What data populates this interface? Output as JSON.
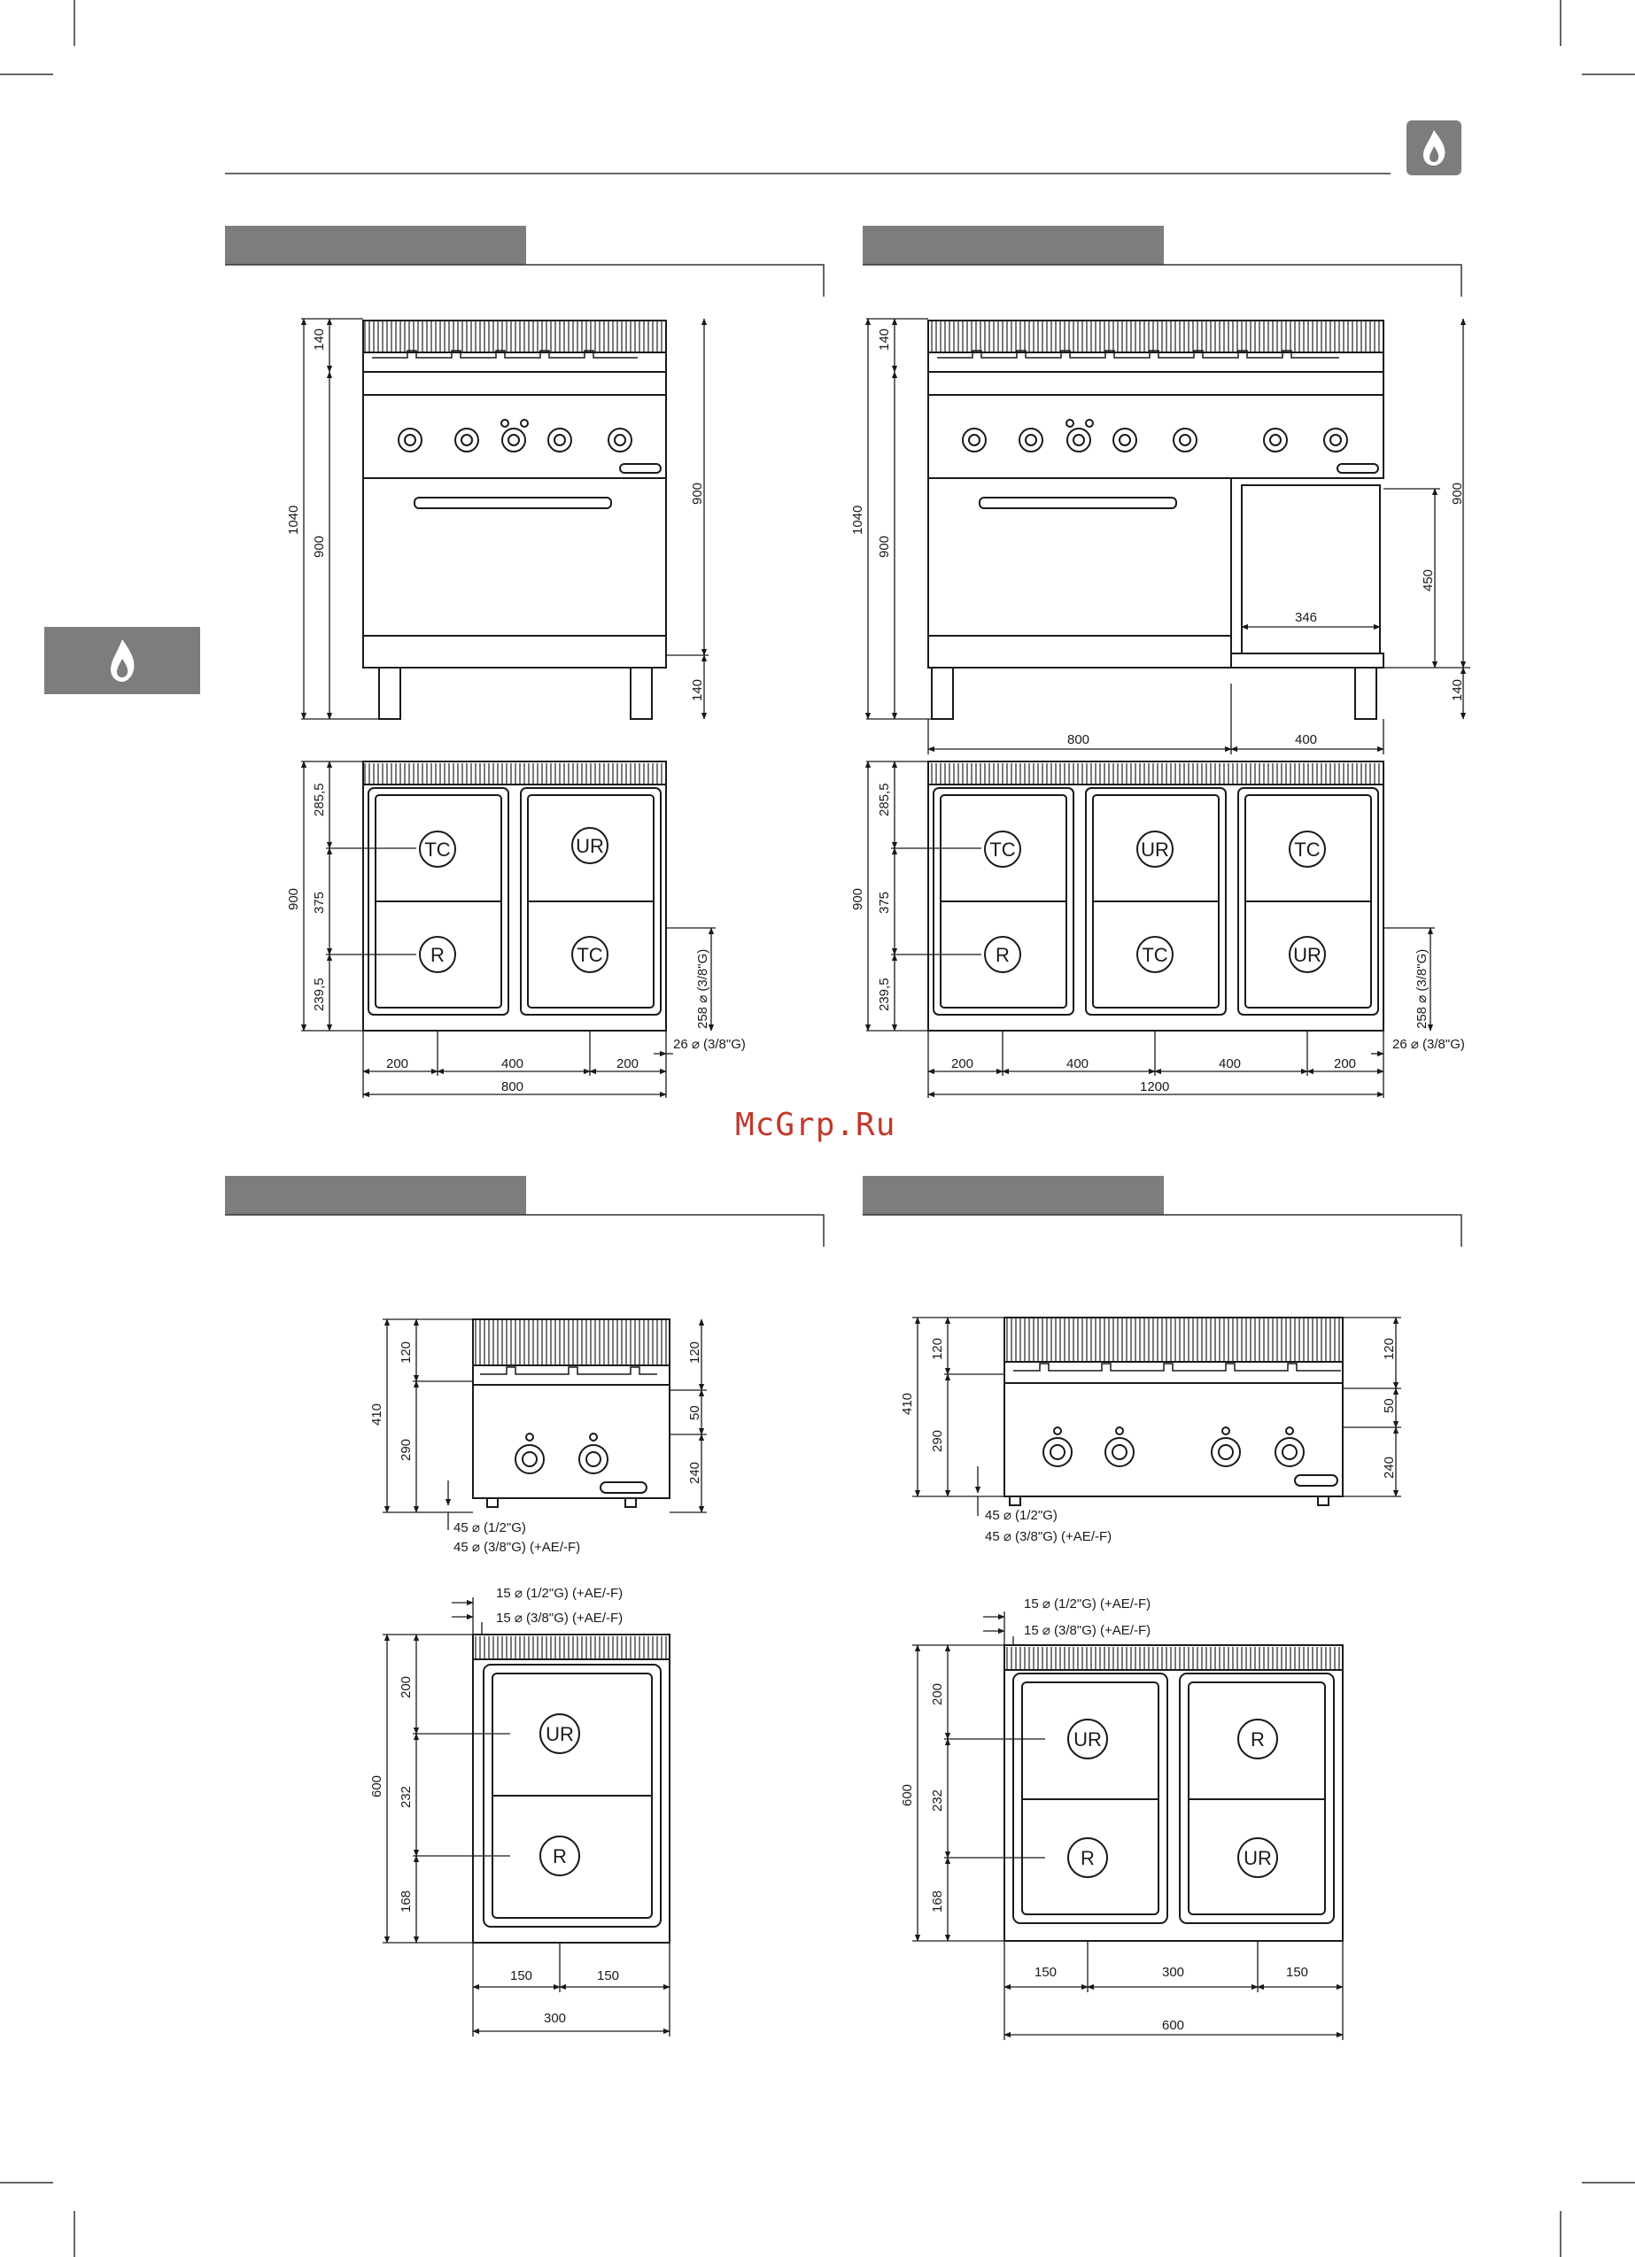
{
  "watermark": "McGrp.Ru",
  "icons": {
    "page_corner": "gas-flame-icon",
    "side_tab": "gas-flame-icon"
  },
  "colors": {
    "bar": "#7d7d7d",
    "line": "#1a1a1a",
    "watermark": "#c0392b"
  },
  "d1": {
    "heights": [
      "140",
      "900",
      "1040",
      "900",
      "140"
    ],
    "top_depths": [
      "285,5",
      "375",
      "239,5",
      "900"
    ],
    "burners": [
      "TC",
      "UR",
      "R",
      "TC"
    ],
    "widths": [
      "200",
      "400",
      "200",
      "800"
    ],
    "gas_side": "258 ⌀ (3/8\"G)",
    "gas_bottom": "26 ⌀ (3/8\"G)"
  },
  "d2": {
    "heights": [
      "140",
      "900",
      "1040",
      "900",
      "450",
      "140"
    ],
    "cabinet": "346",
    "base_widths": [
      "800",
      "400"
    ],
    "top_depths": [
      "285,5",
      "375",
      "239,5",
      "900"
    ],
    "burners": [
      "TC",
      "UR",
      "TC",
      "R",
      "TC",
      "UR"
    ],
    "widths": [
      "200",
      "400",
      "400",
      "200",
      "1200"
    ],
    "gas_side": "258 ⌀ (3/8\"G)",
    "gas_bottom": "26 ⌀ (3/8\"G)"
  },
  "d3": {
    "heights": [
      "120",
      "290",
      "410",
      "120",
      "50",
      "240"
    ],
    "gas_a": "45 ⌀ (1/2\"G)",
    "gas_b": "45 ⌀ (3/8\"G) (+AE/-F)",
    "gas_c": "15 ⌀ (1/2\"G) (+AE/-F)",
    "gas_d": "15 ⌀ (3/8\"G) (+AE/-F)",
    "depths": [
      "200",
      "232",
      "168",
      "600"
    ],
    "burners": [
      "UR",
      "R"
    ],
    "widths": [
      "150",
      "150",
      "300"
    ]
  },
  "d4": {
    "heights": [
      "120",
      "290",
      "410",
      "120",
      "50",
      "240"
    ],
    "gas_a": "45 ⌀ (1/2\"G)",
    "gas_b": "45 ⌀ (3/8\"G) (+AE/-F)",
    "gas_c": "15 ⌀ (1/2\"G) (+AE/-F)",
    "gas_d": "15 ⌀ (3/8\"G) (+AE/-F)",
    "depths": [
      "200",
      "232",
      "168",
      "600"
    ],
    "burners": [
      "UR",
      "R",
      "R",
      "UR"
    ],
    "widths": [
      "150",
      "300",
      "150",
      "600"
    ]
  }
}
